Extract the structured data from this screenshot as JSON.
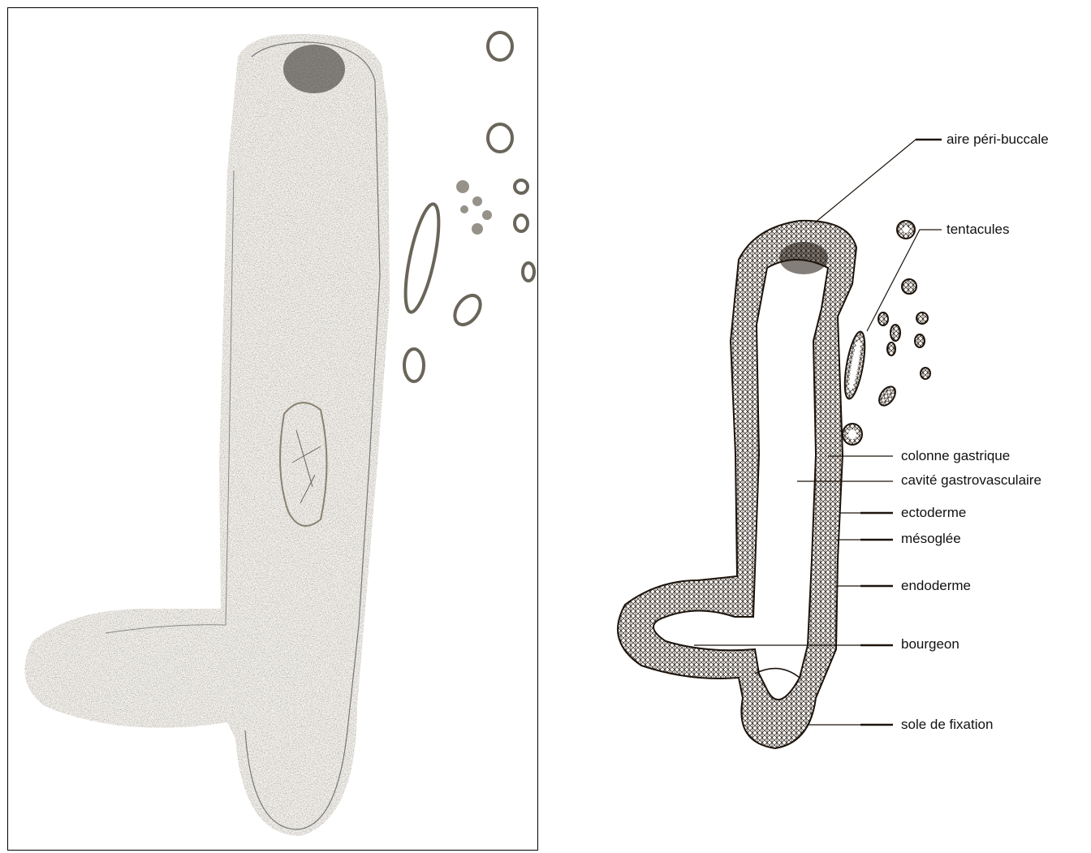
{
  "photo": {
    "icon": "hydra-micrograph"
  },
  "drawing": {
    "icon": "hydra-diagram"
  },
  "labels": {
    "aire_peri_buccale": "aire péri-buccale",
    "tentacules": "tentacules",
    "colonne_gastrique": "colonne gastrique",
    "cavite_gastrovasculaire": "cavité gastrovasculaire",
    "ectoderme": "ectoderme",
    "mesoglee": "mésoglée",
    "endoderme": "endoderme",
    "bourgeon": "bourgeon",
    "sole_de_fixation": "sole de fixation"
  }
}
